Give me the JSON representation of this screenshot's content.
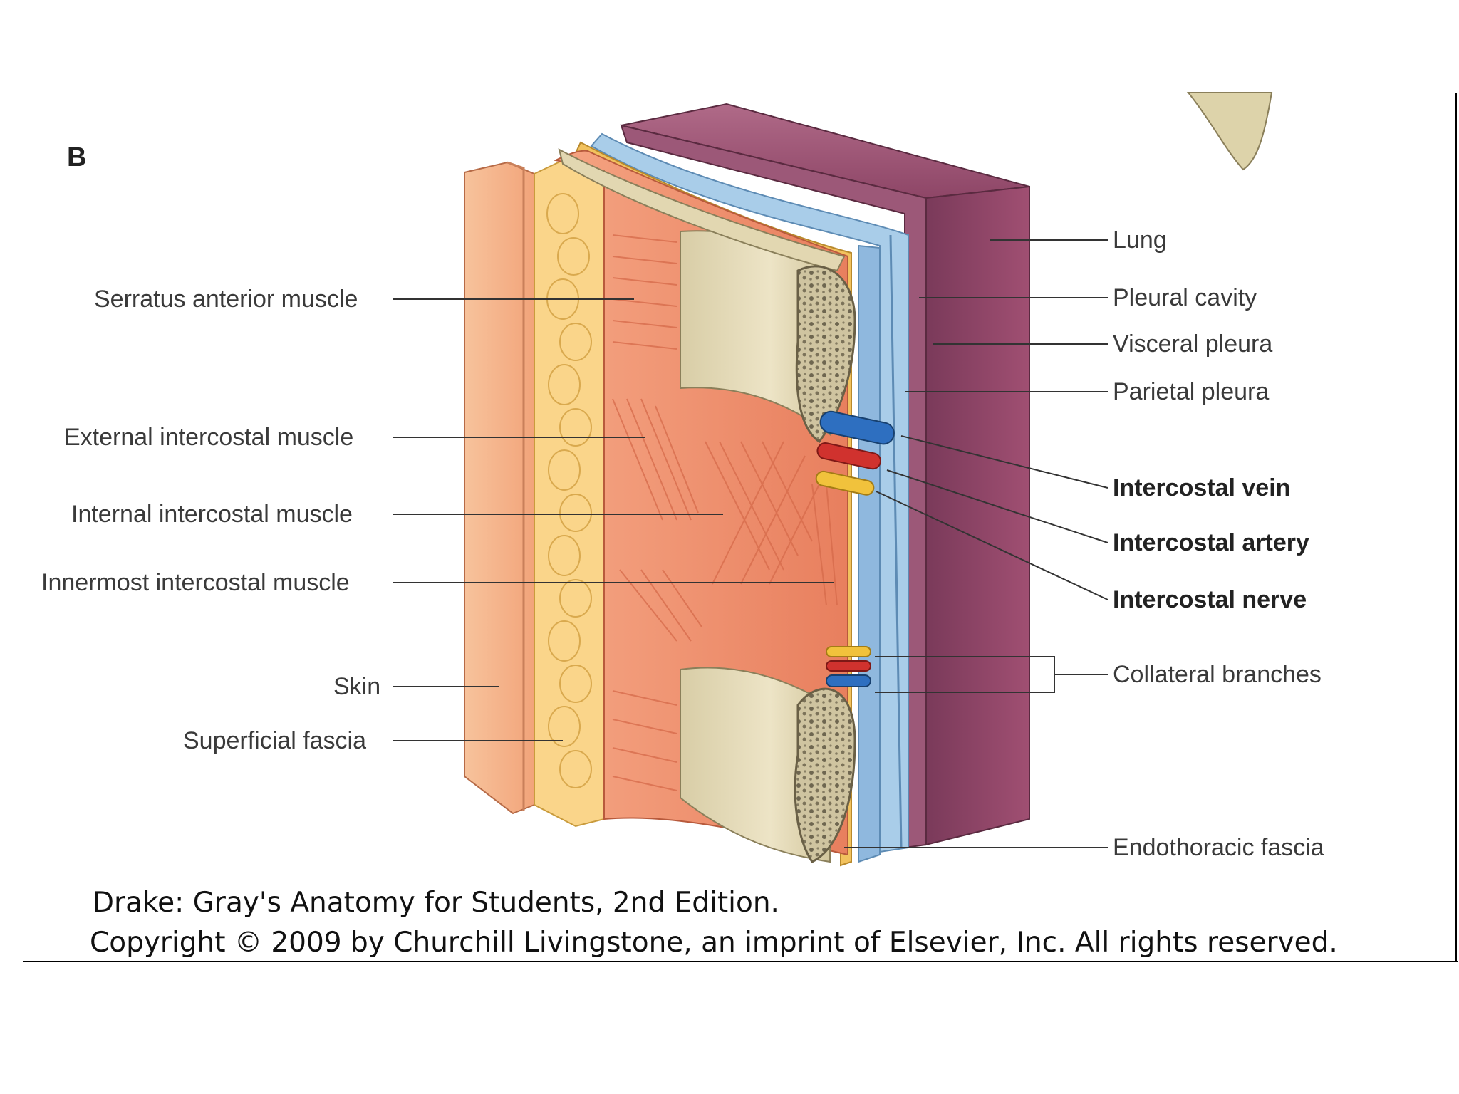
{
  "figure": {
    "panel_letter": "B",
    "labels_left": {
      "serratus": "Serratus anterior muscle",
      "external": "External intercostal muscle",
      "internal": "Internal intercostal muscle",
      "innermost": "Innermost intercostal muscle",
      "skin": "Skin",
      "superficial_fascia": "Superficial fascia"
    },
    "labels_right": {
      "lung": "Lung",
      "pleural_cavity": "Pleural cavity",
      "visceral_pleura": "Visceral pleura",
      "parietal_pleura": "Parietal pleura",
      "intercostal_vein": "Intercostal vein",
      "intercostal_artery": "Intercostal artery",
      "intercostal_nerve": "Intercostal nerve",
      "collateral_branches": "Collateral branches",
      "endothoracic_fascia": "Endothoracic fascia"
    },
    "colors": {
      "skin": "#f6b58c",
      "fat": "#f9cf7a",
      "muscle": "#ee8d6c",
      "bone": "#e6dcbc",
      "pleura": "#9fc6e6",
      "lung": "#8e4667",
      "vein": "#2e6fc0",
      "artery": "#d0322e",
      "nerve": "#f1c23c"
    }
  },
  "caption": {
    "line1": "Drake: Gray's Anatomy for Students, 2nd Edition.",
    "line2": "Copyright © 2009 by Churchill Livingstone, an imprint of Elsevier, Inc. All rights reserved."
  }
}
